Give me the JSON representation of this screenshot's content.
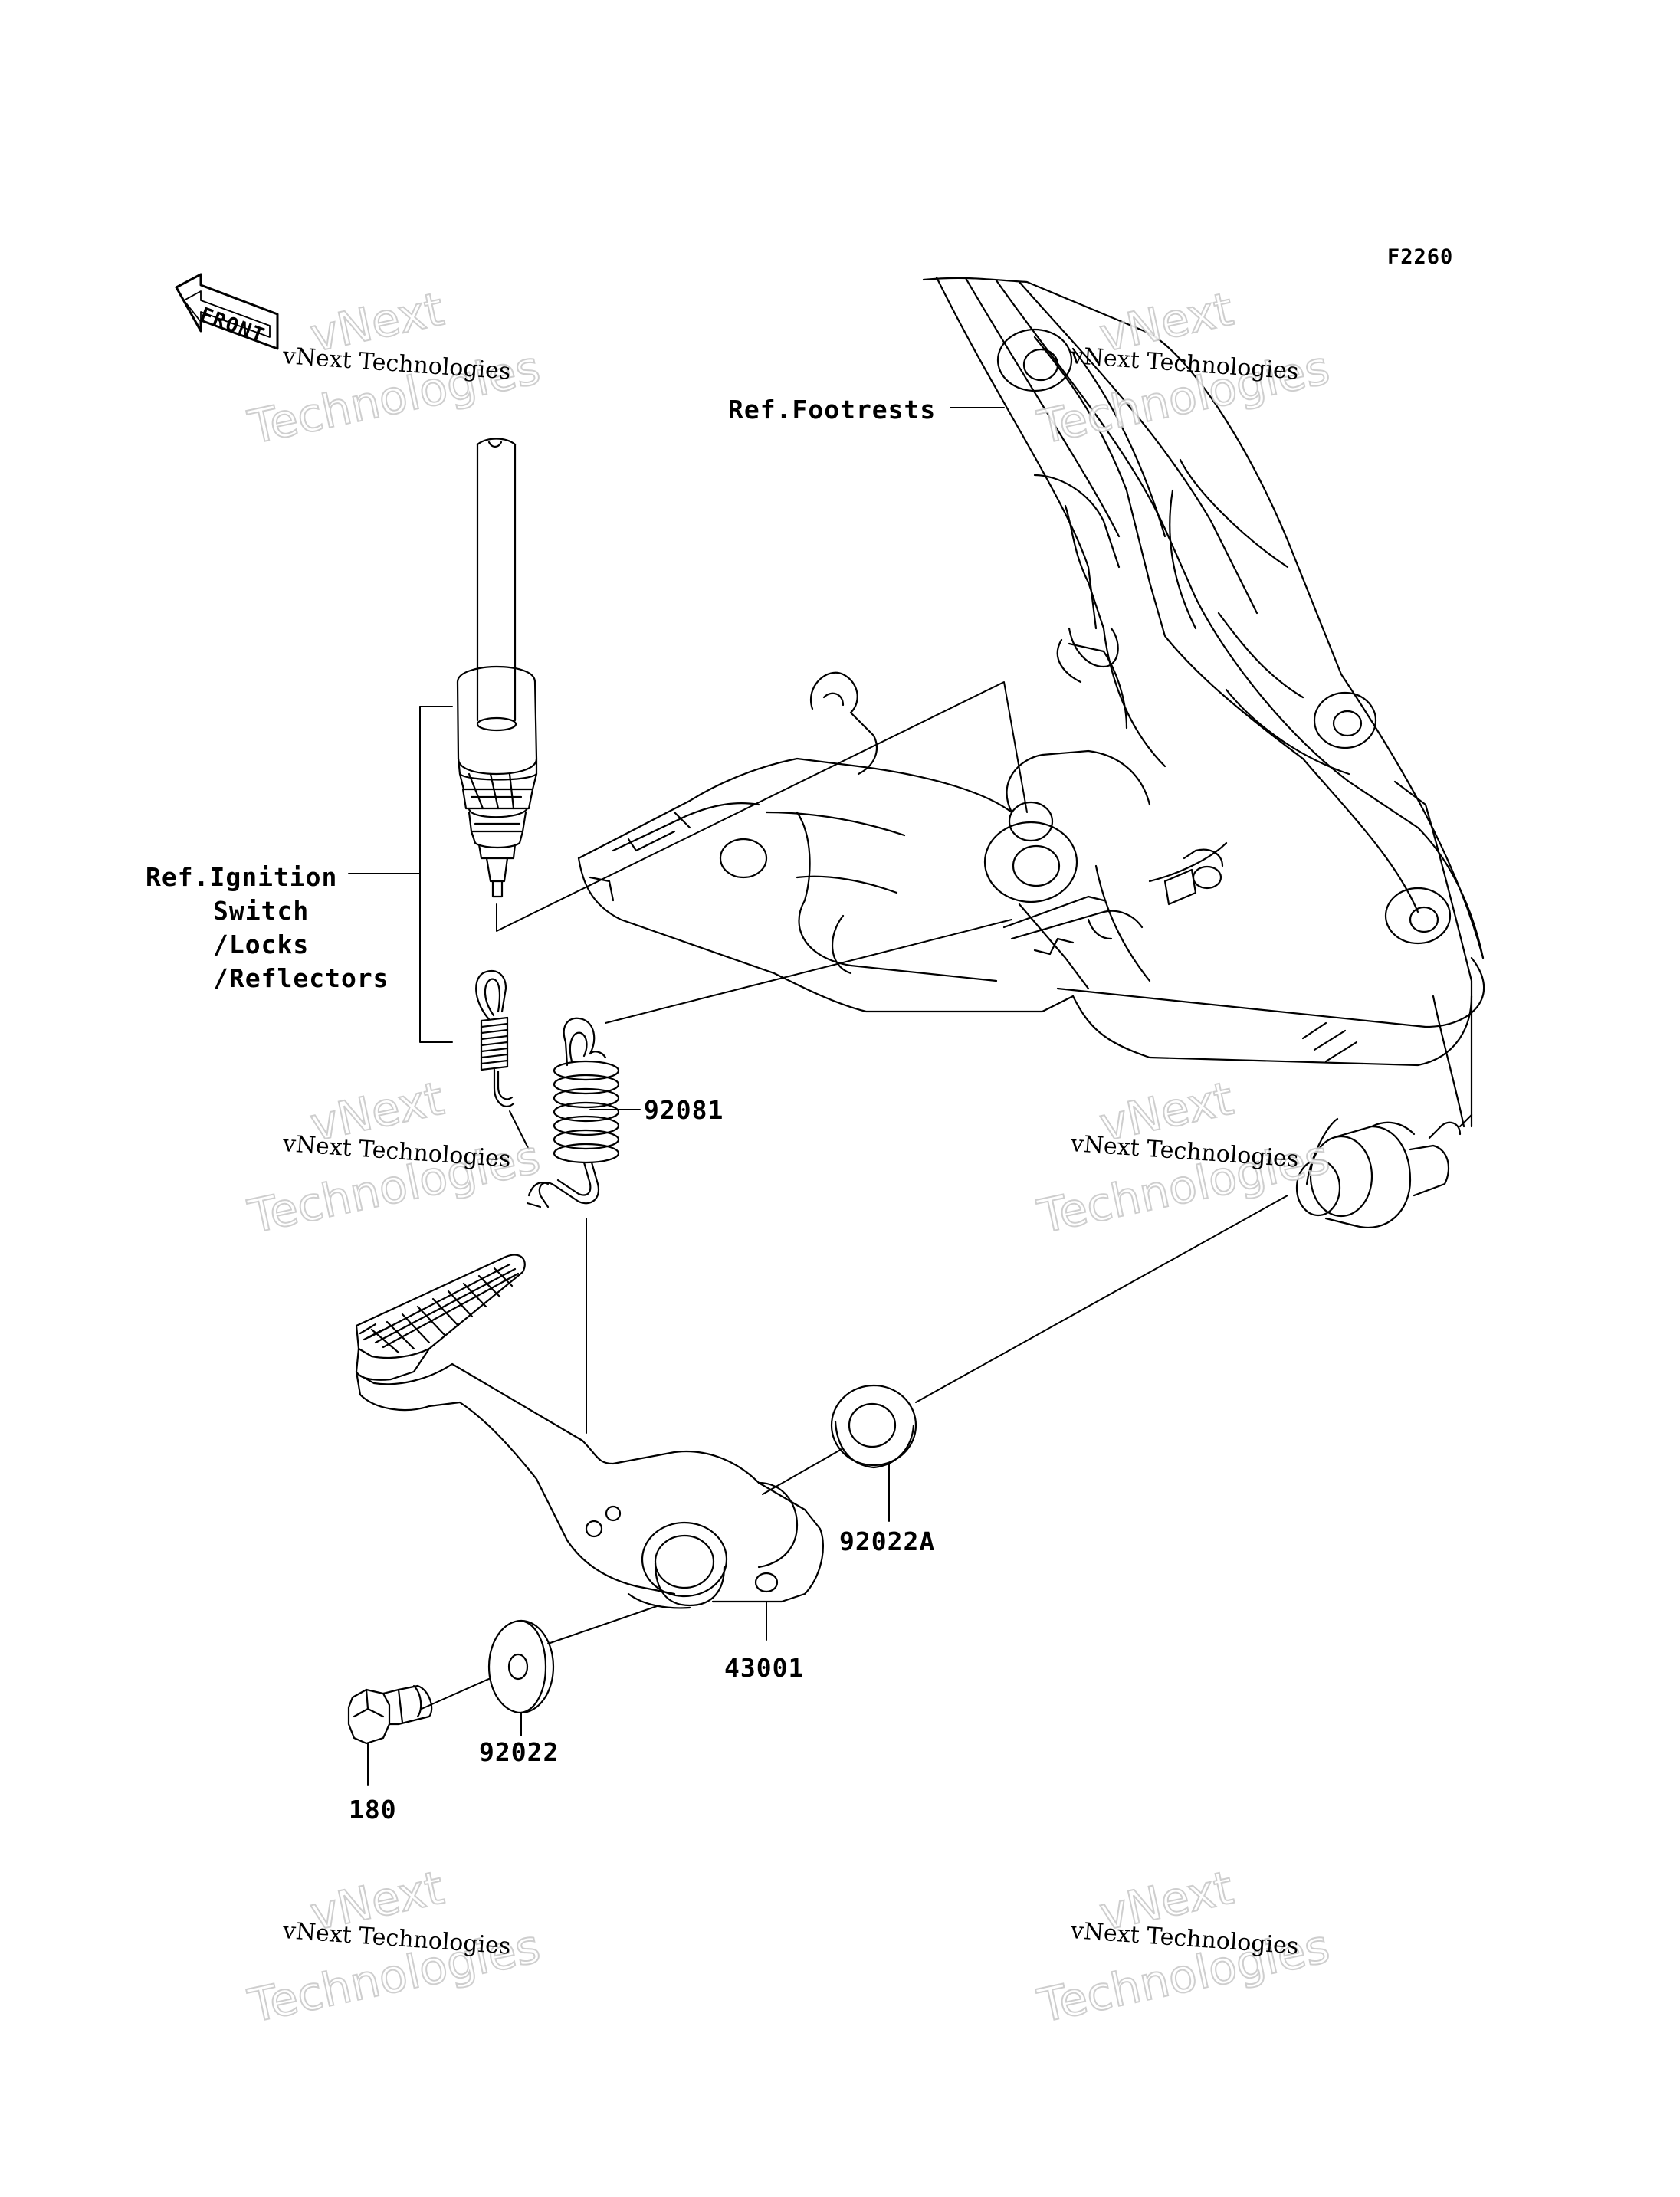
{
  "figure_code": "F2260",
  "direction_arrow": "FRONT",
  "callouts": {
    "ref_footrests": "Ref.Footrests",
    "ref_ignition": [
      "Ref.Ignition",
      "Switch",
      "/Locks",
      "/Reflectors"
    ],
    "part_92081": "92081",
    "part_92022a": "92022A",
    "part_43001": "43001",
    "part_92022": "92022",
    "part_180": "180"
  },
  "watermark": {
    "caption": "vNext Technologies",
    "big_line1": "vNext",
    "big_line2": "Technologies"
  },
  "icons": [
    "front-arrow-icon"
  ]
}
